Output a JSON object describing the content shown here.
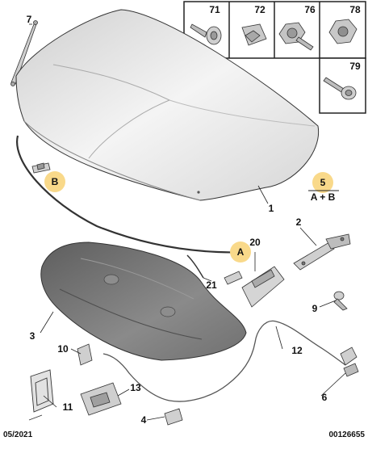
{
  "callouts": {
    "c1": "1",
    "c2": "2",
    "c3": "3",
    "c4": "4",
    "c5": "5",
    "c6": "6",
    "c7": "7",
    "c9": "9",
    "c10": "10",
    "c11": "11",
    "c12": "12",
    "c13": "13",
    "c20": "20",
    "c21": "21"
  },
  "markers": {
    "a": "A",
    "b": "B",
    "combo": "A + B"
  },
  "fasteners": {
    "f71": "71",
    "f72": "72",
    "f76": "76",
    "f78": "78",
    "f79": "79"
  },
  "footer": {
    "date": "05/2021",
    "ref": "00126655"
  },
  "colors": {
    "highlight": "#f9d98a",
    "line": "#222222",
    "part": "#d9d9d9",
    "liner": "#6f6f6f"
  }
}
